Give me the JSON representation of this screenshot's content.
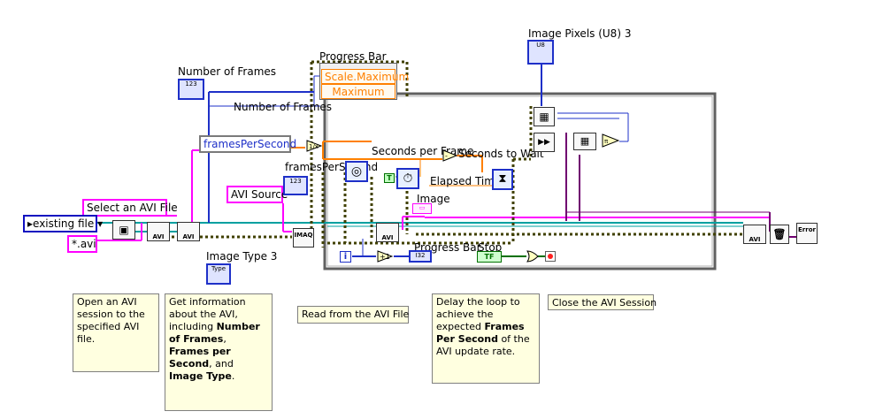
{
  "labels": {
    "number_of_frames_top": "Number of Frames",
    "number_of_frames_inner": "Number of Frames",
    "progress_bar_top": "Progress Bar",
    "progress_bar_inner": "Progress Bar",
    "image_pixels": "Image Pixels (U8) 3",
    "seconds_per_frame": "Seconds per Frame",
    "seconds_to_wait": "Seconds to Wait",
    "frames_per_second_label": "framesPerSecond",
    "elapsed_time": "Elapsed Time",
    "image": "Image",
    "image_type": "Image Type 3",
    "stop": "Stop"
  },
  "property_nodes": {
    "scale_maximum": "Scale.Maximum",
    "maximum": "Maximum"
  },
  "controls": {
    "select_avi": "Select an AVI File",
    "existing_file": "existing file",
    "avi_pattern": "*.avi",
    "frames_per_second_unbundle": "framesPerSecond",
    "avi_source": "AVI Source",
    "iteration": "i",
    "true_const": "T",
    "tf_const": "TF"
  },
  "icons": {
    "numeric_terminal": "123",
    "i32_terminal": "I32",
    "u8_terminal": "U8",
    "imaq_label": "IMAQ",
    "avi_label": "AVI",
    "type_label": "Type",
    "error_label": "Error"
  },
  "notes": {
    "note1": "Open an AVI session to the specified AVI file.",
    "note2_pre": "Get information about the AVI, including ",
    "note2_b1": "Number of Frames",
    "note2_mid1": ", ",
    "note2_b2": "Frames per Second",
    "note2_mid2": ", and ",
    "note2_b3": "Image Type",
    "note2_end": ".",
    "note3": "Read from the AVI File",
    "note4_pre": "Delay the loop to achieve the expected ",
    "note4_b": "Frames Per Second",
    "note4_end": " of the AVI update rate.",
    "note5": "Close the AVI Session"
  }
}
